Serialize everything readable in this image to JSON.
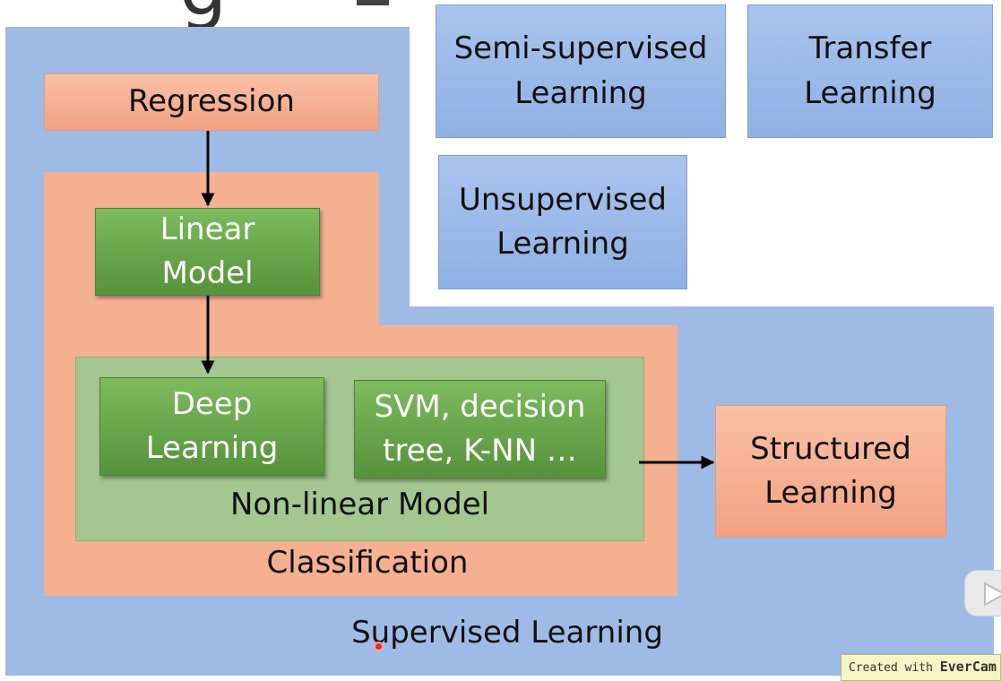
{
  "title_fragment": "g",
  "boxes": {
    "semi_supervised": "Semi-supervised\nLearning",
    "transfer": "Transfer\nLearning",
    "unsupervised": "Unsupervised\nLearning",
    "regression": "Regression",
    "linear_model": "Linear\nModel",
    "deep_learning": "Deep\nLearning",
    "svm_tree_knn": "SVM, decision\ntree, K-NN …",
    "structured": "Structured\nLearning"
  },
  "regions": {
    "non_linear_model": "Non-linear Model",
    "classification": "Classification",
    "supervised_learning": "Supervised Learning"
  },
  "watermark": {
    "prefix": "Created with ",
    "brand": "EverCam"
  },
  "colors": {
    "supervised_region": "#9ebbe6",
    "classification_region": "#f5b092",
    "nonlinear_region": "#a4c690",
    "model_box": "#6aa84f"
  }
}
